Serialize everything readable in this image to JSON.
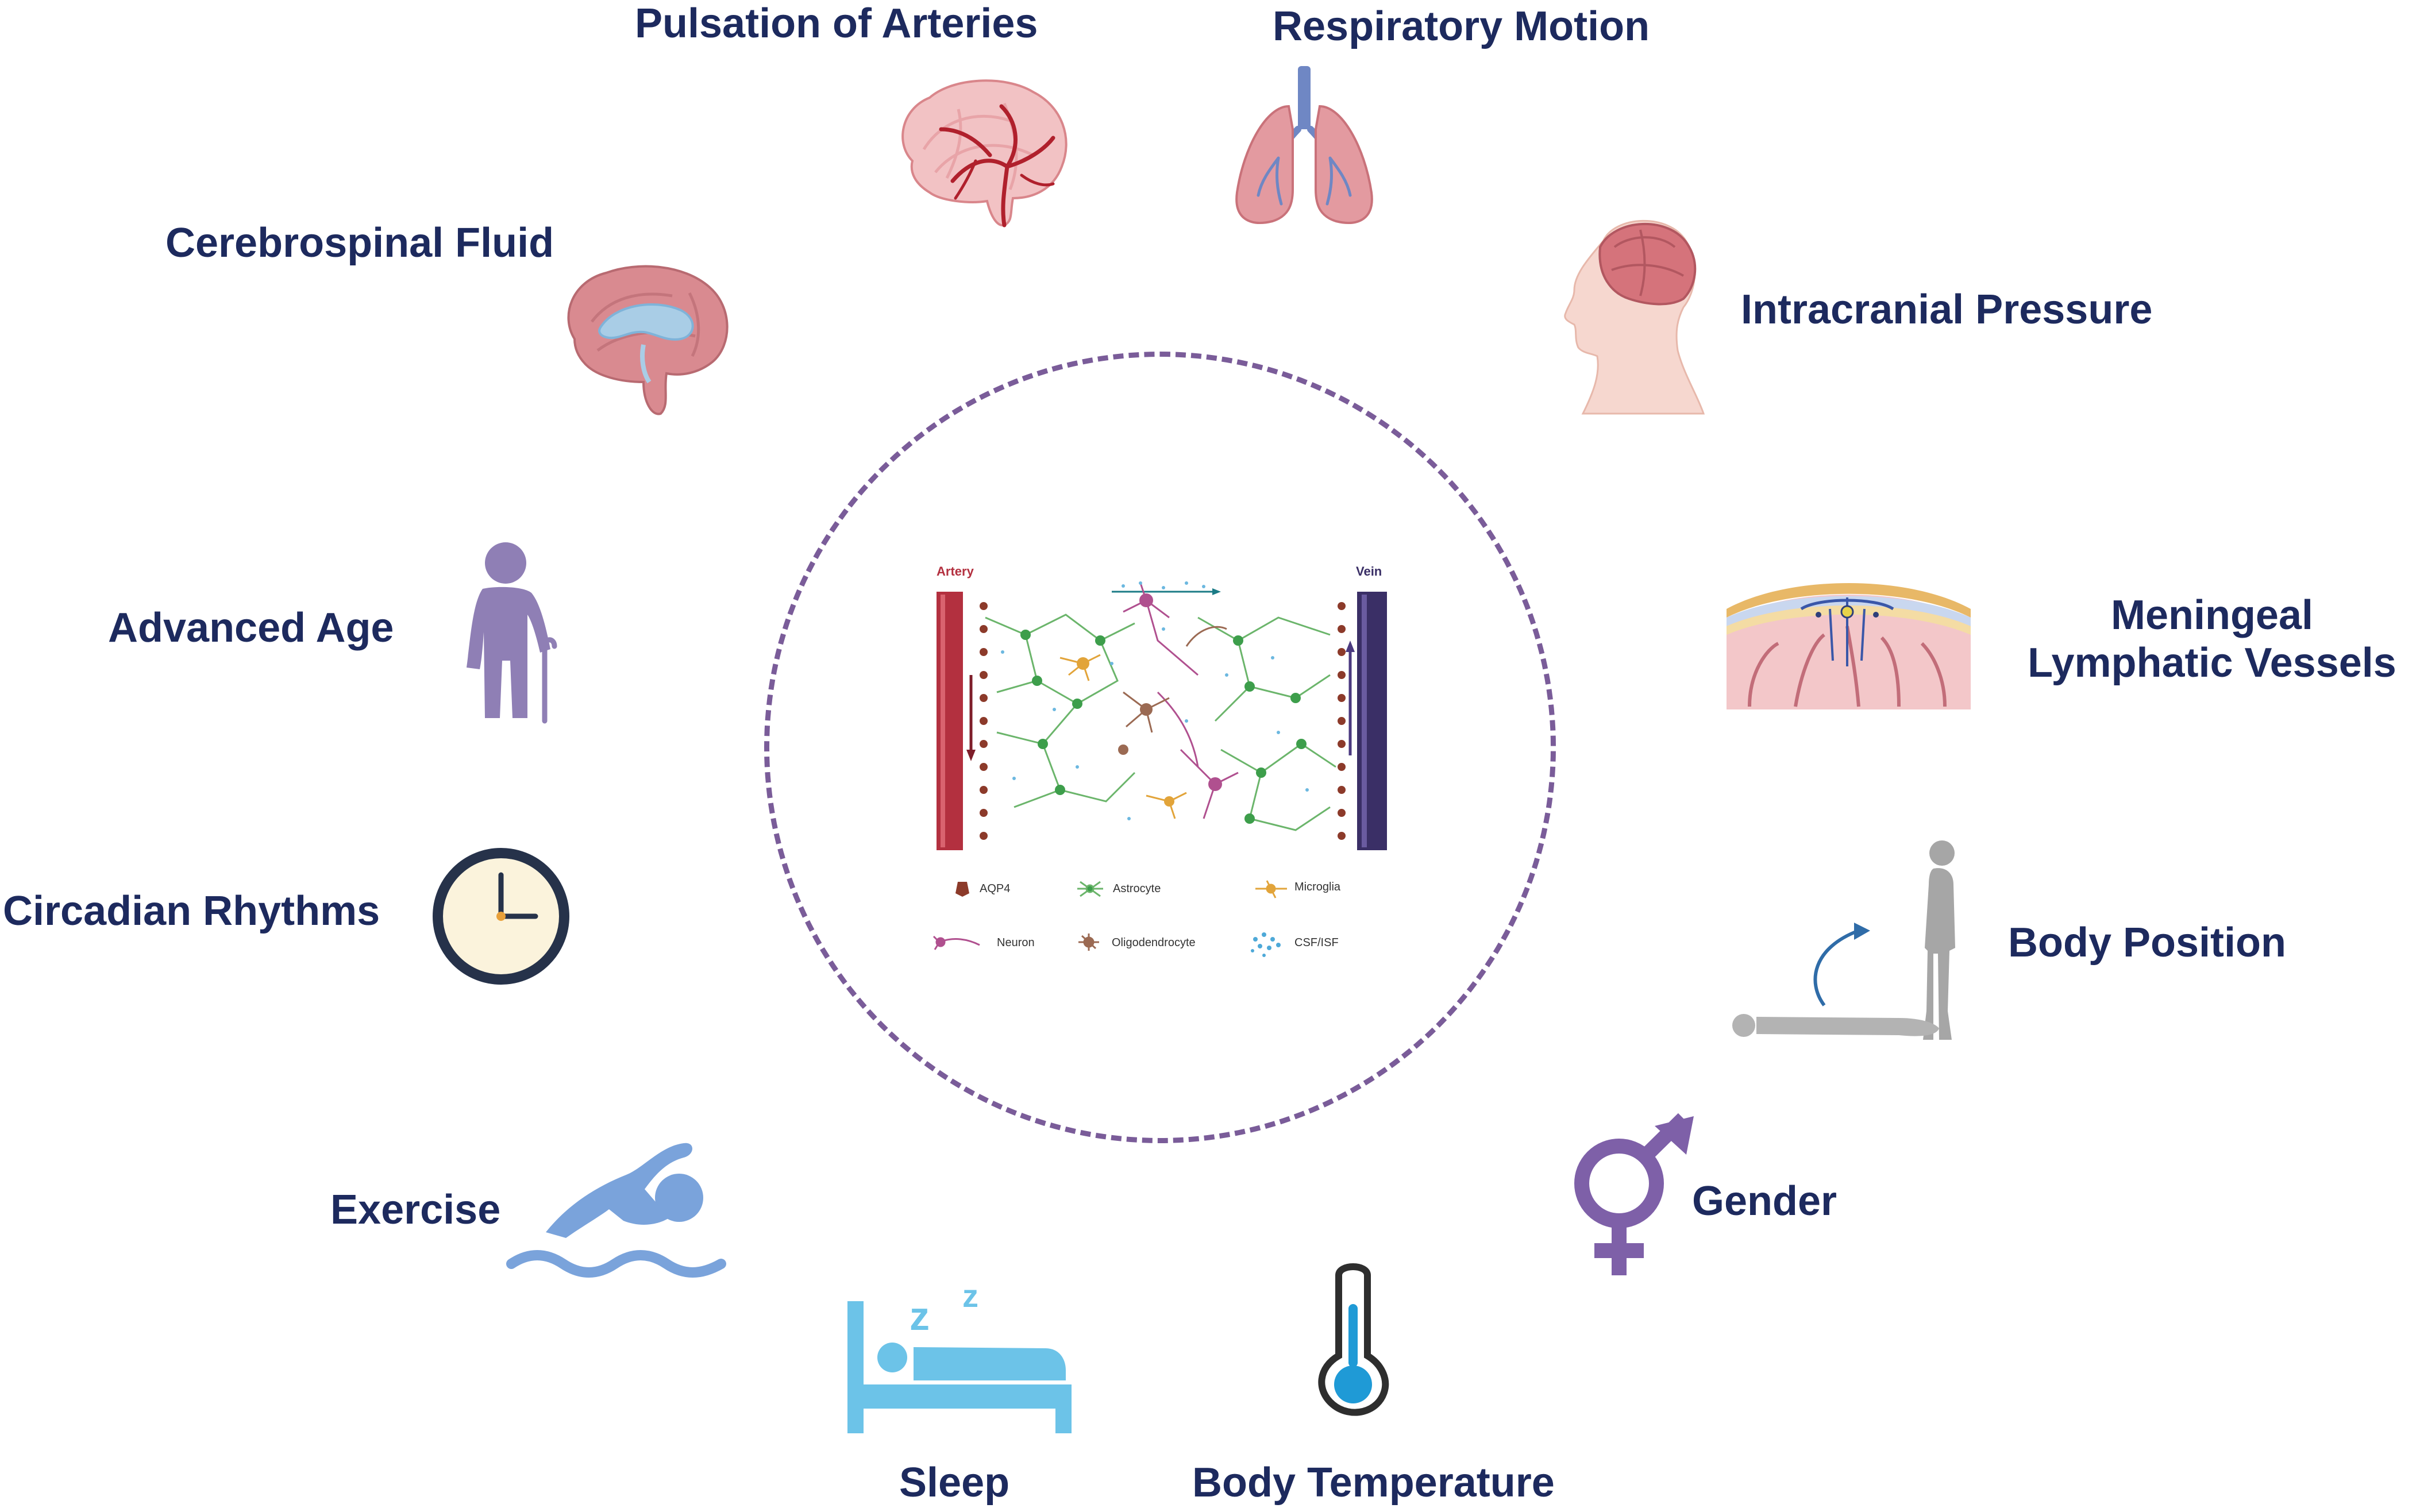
{
  "factors": {
    "pulsation": "Pulsation of Arteries",
    "respiratory": "Respiratory Motion",
    "csf": "Cerebrospinal Fluid",
    "icp": "Intracranial Pressure",
    "age": "Advanced Age",
    "meningeal_1": "Meningeal",
    "meningeal_2": "Lymphatic Vessels",
    "circadian": "Circadian Rhythms",
    "position": "Body Position",
    "exercise": "Exercise",
    "gender": "Gender",
    "sleep": "Sleep",
    "temperature": "Body Temperature"
  },
  "center": {
    "artery_label": "Artery",
    "vein_label": "Vein",
    "legend": {
      "aqp4": "AQP4",
      "astrocyte": "Astrocyte",
      "microglia": "Microglia",
      "neuron": "Neuron",
      "oligodendrocyte": "Oligodendrocyte",
      "csf_isf": "CSF/ISF"
    }
  },
  "colors": {
    "label_text": "#1d2a5e",
    "ring": "#7a5c99",
    "artery": "#b3303f",
    "vein": "#3a2f66",
    "icon_purple": "#7e6ba6",
    "icon_blue": "#7aa7dd",
    "icon_sky": "#6cc3e8",
    "brain_pink": "#e9a0a4"
  }
}
